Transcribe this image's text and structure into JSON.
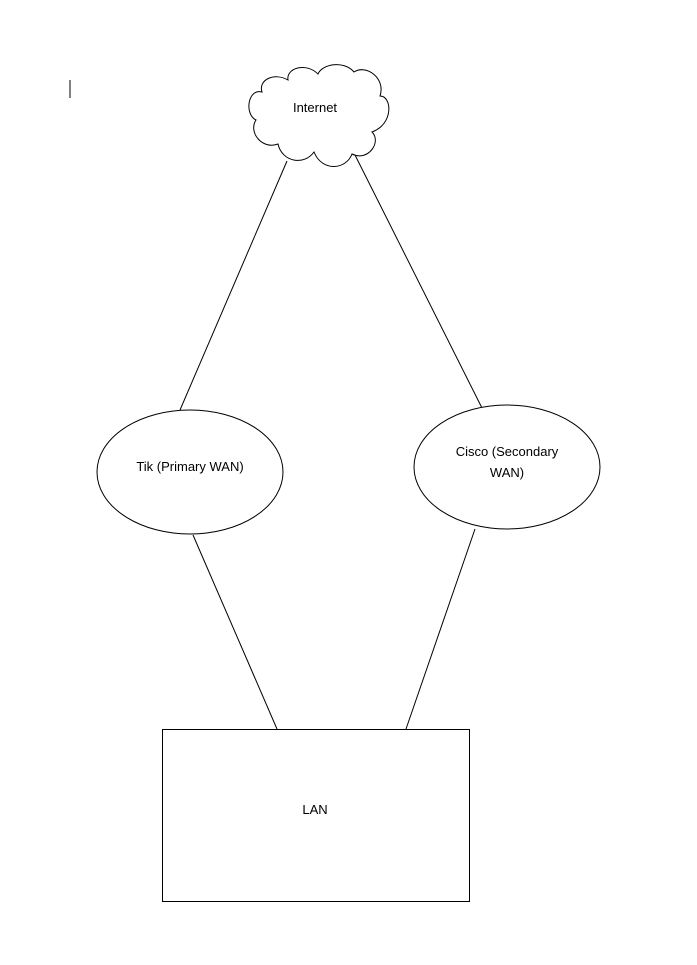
{
  "diagram": {
    "nodes": {
      "internet": {
        "label": "Internet",
        "shape": "cloud"
      },
      "tik": {
        "label": "Tik (Primary WAN)",
        "shape": "ellipse"
      },
      "cisco": {
        "label_line1": "Cisco (Secondary",
        "label_line2": "WAN)",
        "shape": "ellipse"
      },
      "lan": {
        "label": "LAN",
        "shape": "rectangle"
      }
    },
    "edges": [
      {
        "from": "internet",
        "to": "tik"
      },
      {
        "from": "internet",
        "to": "cisco"
      },
      {
        "from": "tik",
        "to": "lan"
      },
      {
        "from": "cisco",
        "to": "lan"
      }
    ],
    "colors": {
      "stroke": "#000000",
      "fill": "#ffffff",
      "text": "#000000"
    }
  }
}
